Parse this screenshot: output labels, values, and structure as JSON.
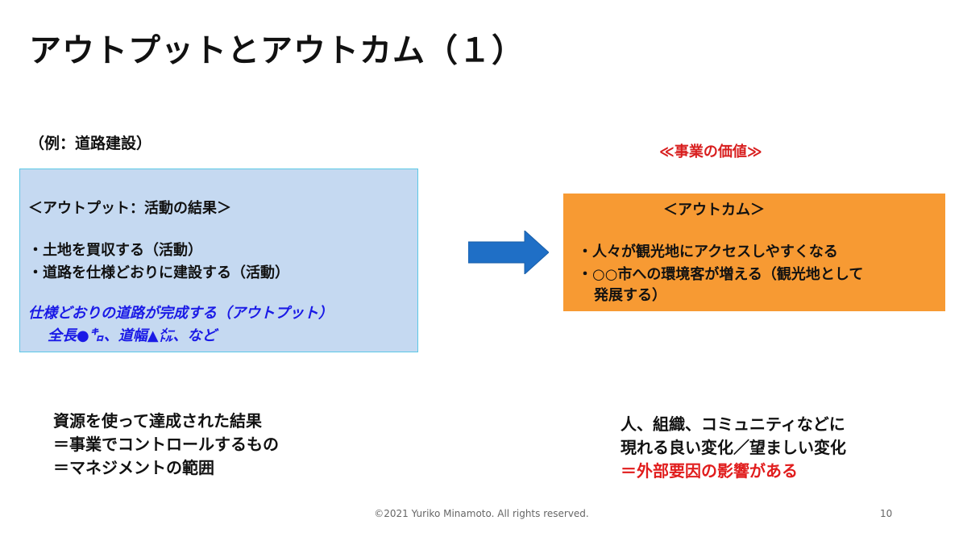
{
  "slide": {
    "title": "アウトプットとアウトカム（１）",
    "example_label": "（例：道路建設）",
    "value_label": "≪事業の価値≫"
  },
  "output_box": {
    "heading": "＜アウトプット：活動の結果＞",
    "bullet1": "・土地を買収する（活動）",
    "bullet2": "・道路を仕様どおりに建設する（活動）",
    "highlight1": "仕様どおりの道路が完成する（アウトプット）",
    "highlight2": "全長●㌔、道幅▲㍍、など"
  },
  "outcome_box": {
    "heading": "＜アウトカム＞",
    "bullet1": "・人々が観光地にアクセスしやすくなる",
    "bullet2": "・○○市への環境客が増える（観光地として",
    "bullet2_cont": "発展する）"
  },
  "left_note": {
    "line1": "資源を使って達成された結果",
    "line2": "＝事業でコントロールするもの",
    "line3": "＝マネジメントの範囲"
  },
  "right_note": {
    "line1": "人、組織、コミュニティなどに",
    "line2": "現れる良い変化／望ましい変化",
    "line3": "＝外部要因の影響がある"
  },
  "footer": {
    "copyright": "©2021 Yuriko Minamoto. All rights reserved.",
    "page_number": "10"
  },
  "colors": {
    "output_box_bg": "#c5d9f1",
    "outcome_box_bg": "#f79a33",
    "arrow": "#1f6fc6",
    "accent_red": "#d81e1e",
    "accent_blue": "#1a1ae6"
  },
  "icons": {
    "arrow": "right-arrow-icon"
  }
}
